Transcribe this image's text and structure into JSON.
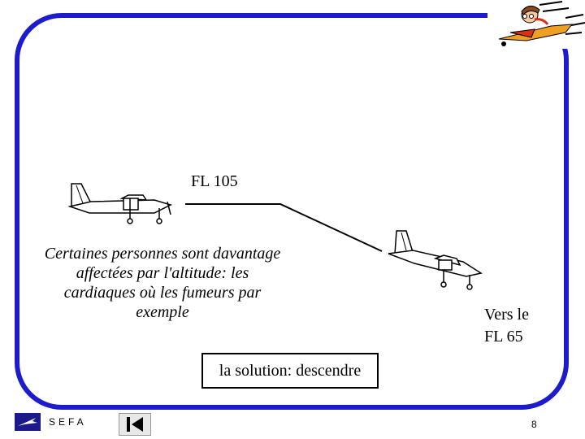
{
  "slide": {
    "flight_level_label": "FL 105",
    "note_text": "Certaines personnes sont davantage affectées par l'altitude: les cardiaques où les fumeurs par exemple",
    "target_line1": "Vers le",
    "target_line2": "FL 65",
    "solution_text": "la solution: descendre"
  },
  "footer": {
    "brand": "SEFA",
    "page_number": "8"
  },
  "icons": {
    "mascot": "pilot-mascot-icon",
    "logo": "sefa-logo-icon",
    "nav": "first-slide-icon",
    "plane": "airplane-icon"
  },
  "colors": {
    "frame": "#1c1ccc",
    "text": "#000000",
    "mascot_plane": "#f0a020",
    "mascot_red": "#d83010"
  }
}
